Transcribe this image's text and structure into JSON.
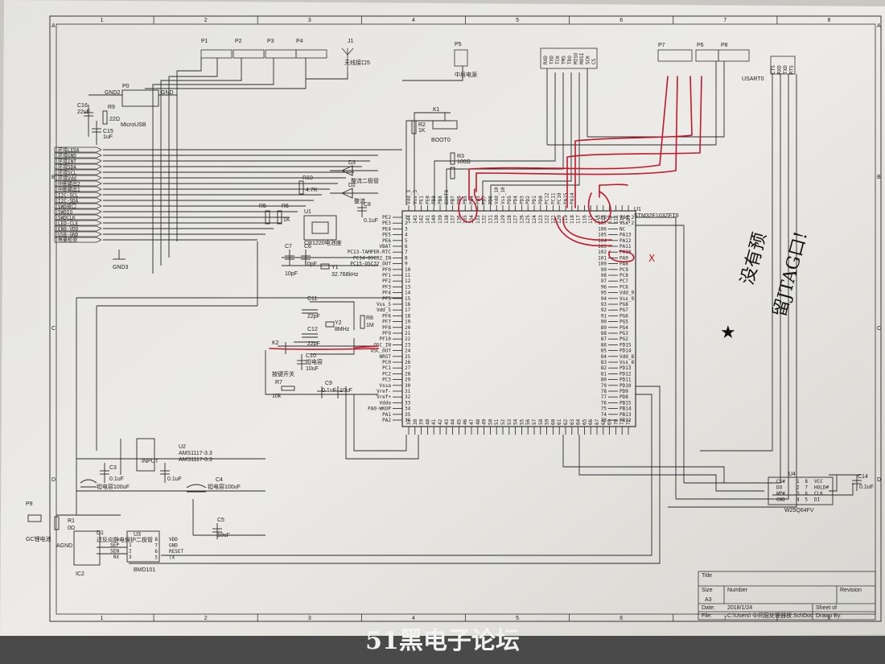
{
  "frame": {
    "column_numbers": [
      "1",
      "2",
      "3",
      "4",
      "5",
      "6",
      "7",
      "8"
    ],
    "row_letters": [
      "A",
      "B",
      "C",
      "D"
    ]
  },
  "connectors": {
    "p1": "P1",
    "p2": "P2",
    "p3": "P3",
    "p4": "P4",
    "j1": "J1",
    "j1_label": "天线接口5",
    "p5": "P5",
    "p5_label": "中层电源",
    "p7": "P7",
    "p6": "P6",
    "p8": "P8",
    "p8_label": "USART0",
    "p0": "P0",
    "p0_label": "MicroUSB",
    "p9": "P9",
    "p9_label": "GC锂电池",
    "gnd2": "GND2",
    "gnd1": "GND",
    "gnd3": "GND3",
    "jtag_pins": [
      "RXD",
      "TXD",
      "TCK",
      "TMS",
      "TDO",
      "MISO",
      "MOSI",
      "SCK",
      "CS"
    ],
    "uart_pins": [
      "CTS",
      "RXD",
      "TXD",
      "RTS"
    ]
  },
  "left_signals": [
    "环境LEDA",
    "环境GND",
    "环境INT",
    "环境SDA",
    "环境SCL",
    "环境Vdd",
    "中断输出2",
    "中断输出1",
    "I2C-SCL",
    "I2C-SDA",
    "SWD接口",
    "SWDIO",
    "SWDCLK",
    "LED-CLE",
    "ENB-VDD",
    "USB-GND",
    "电量检测"
  ],
  "components": {
    "c16": "C16",
    "c16_v": "22uF",
    "r9": "R9",
    "r9_v": "22Ω",
    "c15": "C15",
    "c15_v": "1uF",
    "k1": "K1",
    "boot0": "BOOT0",
    "r2": "R2",
    "r2_v": "1K",
    "r3": "R3",
    "r3_v": "100Ω",
    "d3": "D3",
    "d3_label": "整流二极管",
    "d2": "D2",
    "d2_label": "整流",
    "r10": "R10",
    "r10_v": "4.7K",
    "r5": "R5",
    "r6": "R6",
    "r6_v": "1K",
    "u1": "U1",
    "battery": "CR1220电池座",
    "c8": "C8",
    "c8_v": "0.1uF",
    "c7": "C7",
    "c7_v": "10pF",
    "c6": "C6",
    "c6_v": "10pF",
    "y1": "Y1",
    "y1_v": "32.768kHz",
    "c11": "C11",
    "c11_v": "22pF",
    "c12": "C12",
    "c12_v": "22pF",
    "y2": "Y2",
    "y2_v": "8MHz",
    "r8": "R8",
    "r8_v": "1M",
    "k2": "K2",
    "c10": "C10",
    "c10_label": "钽电容",
    "c10_v": "10uF",
    "switch": "按键开关",
    "r7": "R7",
    "r7_v": "10k",
    "c9": "C9",
    "c9_v": "10uF",
    "c9b_v": "0.1uF",
    "u2": "U2",
    "ldo1": "AMS1117-3.3",
    "ldo2": "AMS1117-3.3",
    "ldo_pin": "INPUT",
    "c3": "C3",
    "c3_v": "0.1uF",
    "c2_label": "钽电容100uF",
    "c4": "C4",
    "c4_label": "钽电容100uF",
    "c1_v": "0.1uF",
    "c5": "C5",
    "c5_v": "10uF",
    "r1": "R1",
    "r1_v": "0Ω",
    "d1": "D1",
    "d1_label": "过反向静电保护二极管",
    "u3": "U3",
    "u3_part": "BMD101",
    "ic2": "IC2",
    "agnd": "AGND",
    "u3_pins_left": [
      "SEP",
      "SEN",
      "RX"
    ],
    "u3_pins_right": [
      "VDD",
      "GND",
      "RESET",
      "TX"
    ],
    "u4": "U4",
    "u4_part": "W25Q64FV",
    "c14": "C14",
    "c14_v": "0.1uF",
    "u4_pins_left": [
      "CS#",
      "DO",
      "WP#",
      "GND"
    ],
    "u4_pins_right": [
      "VCC",
      "HOLD#",
      "CLK",
      "DI"
    ]
  },
  "mcu": {
    "ref": "U1",
    "part": "STM32F103ZET6",
    "left_pins": [
      "PE2",
      "PE3",
      "PE4",
      "PE5",
      "PE6",
      "VBAT",
      "PC13-TAMPER-RTC",
      "PC14-OSC32_IN",
      "PC15-OSC32_OUT",
      "PF0",
      "PF1",
      "PF2",
      "PF3",
      "PF4",
      "PF5",
      "Vss_5",
      "Vdd_5",
      "PF6",
      "PF7",
      "PF8",
      "PF9",
      "PF10",
      "OSC_IN",
      "OSC_OUT",
      "NRST",
      "PC0",
      "PC1",
      "PC2",
      "PC3",
      "Vssa",
      "Vref-",
      "Vref+",
      "Vdda",
      "PA0-WKUP",
      "PA1",
      "PA2"
    ],
    "left_nums": [
      "1",
      "2",
      "3",
      "4",
      "5",
      "6",
      "7",
      "8",
      "9",
      "10",
      "11",
      "12",
      "13",
      "14",
      "15",
      "16",
      "17",
      "18",
      "19",
      "20",
      "21",
      "22",
      "23",
      "24",
      "25",
      "26",
      "27",
      "28",
      "29",
      "30",
      "31",
      "32",
      "33",
      "34",
      "35",
      "36"
    ],
    "right_pins": [
      "Vdd_2",
      "Vss_2",
      "NC",
      "PA13",
      "PA12",
      "PA11",
      "PA10",
      "PA9",
      "PA8",
      "PC9",
      "PC8",
      "PC7",
      "PC6",
      "Vdd_9",
      "Vss_9",
      "PG8",
      "PG7",
      "PG6",
      "PG5",
      "PG4",
      "PG3",
      "PG2",
      "PD15",
      "PD14",
      "Vdd_8",
      "Vss_8",
      "PD13",
      "PD12",
      "PD11",
      "PD10",
      "PD9",
      "PD8",
      "PB15",
      "PB14",
      "PB13",
      "PB12"
    ],
    "right_nums": [
      "108",
      "107",
      "106",
      "105",
      "104",
      "103",
      "102",
      "101",
      "100",
      "99",
      "98",
      "97",
      "96",
      "95",
      "94",
      "93",
      "92",
      "91",
      "90",
      "89",
      "88",
      "87",
      "86",
      "85",
      "84",
      "83",
      "82",
      "81",
      "80",
      "79",
      "78",
      "77",
      "76",
      "75",
      "74",
      "73"
    ],
    "top_pins": [
      "Vdd_3",
      "Vss_3",
      "PE1",
      "PE0",
      "PB9",
      "PB8",
      "BOOT0",
      "PB7",
      "PB6",
      "PB5",
      "PB4",
      "PB3",
      "PD7",
      "PD6",
      "Vdd_10",
      "Vss_10",
      "PD5",
      "PD4",
      "PD3",
      "PD2",
      "PD1",
      "PD0",
      "PC12",
      "PC11",
      "PC10",
      "PA15",
      "PA14"
    ],
    "top_nums": [
      "144",
      "143",
      "142",
      "141",
      "140",
      "139",
      "138",
      "137",
      "136",
      "135",
      "134",
      "133",
      "132",
      "131",
      "130",
      "129",
      "128",
      "127",
      "126",
      "125",
      "124",
      "123",
      "122",
      "121",
      "120",
      "119",
      "118",
      "117",
      "116",
      "115",
      "114",
      "113",
      "112",
      "111",
      "110",
      "109"
    ],
    "bottom_nums": [
      "37",
      "38",
      "39",
      "40",
      "41",
      "42",
      "43",
      "44",
      "45",
      "46",
      "47",
      "48",
      "49",
      "50",
      "51",
      "52",
      "53",
      "54",
      "55",
      "56",
      "57",
      "58",
      "59",
      "60",
      "61",
      "62",
      "63",
      "64",
      "65",
      "66",
      "67",
      "68",
      "69",
      "70",
      "71",
      "72"
    ]
  },
  "annotations": {
    "note_line1": "没有预",
    "note_line2": "留JTAG口!",
    "star_mark": "★",
    "cross_mark": "X"
  },
  "title_block": {
    "title_label": "Title",
    "size_label": "Size",
    "size": "A3",
    "number_label": "Number",
    "revision_label": "Revision",
    "date_label": "Date:",
    "date": "2018/1/24",
    "file_label": "File:",
    "file": "C:\\Users\\  中间层处理器板.SchDoc",
    "sheet_label": "Sheet   of",
    "drawn_label": "Drawn By:"
  },
  "watermark": "51黑电子论坛"
}
